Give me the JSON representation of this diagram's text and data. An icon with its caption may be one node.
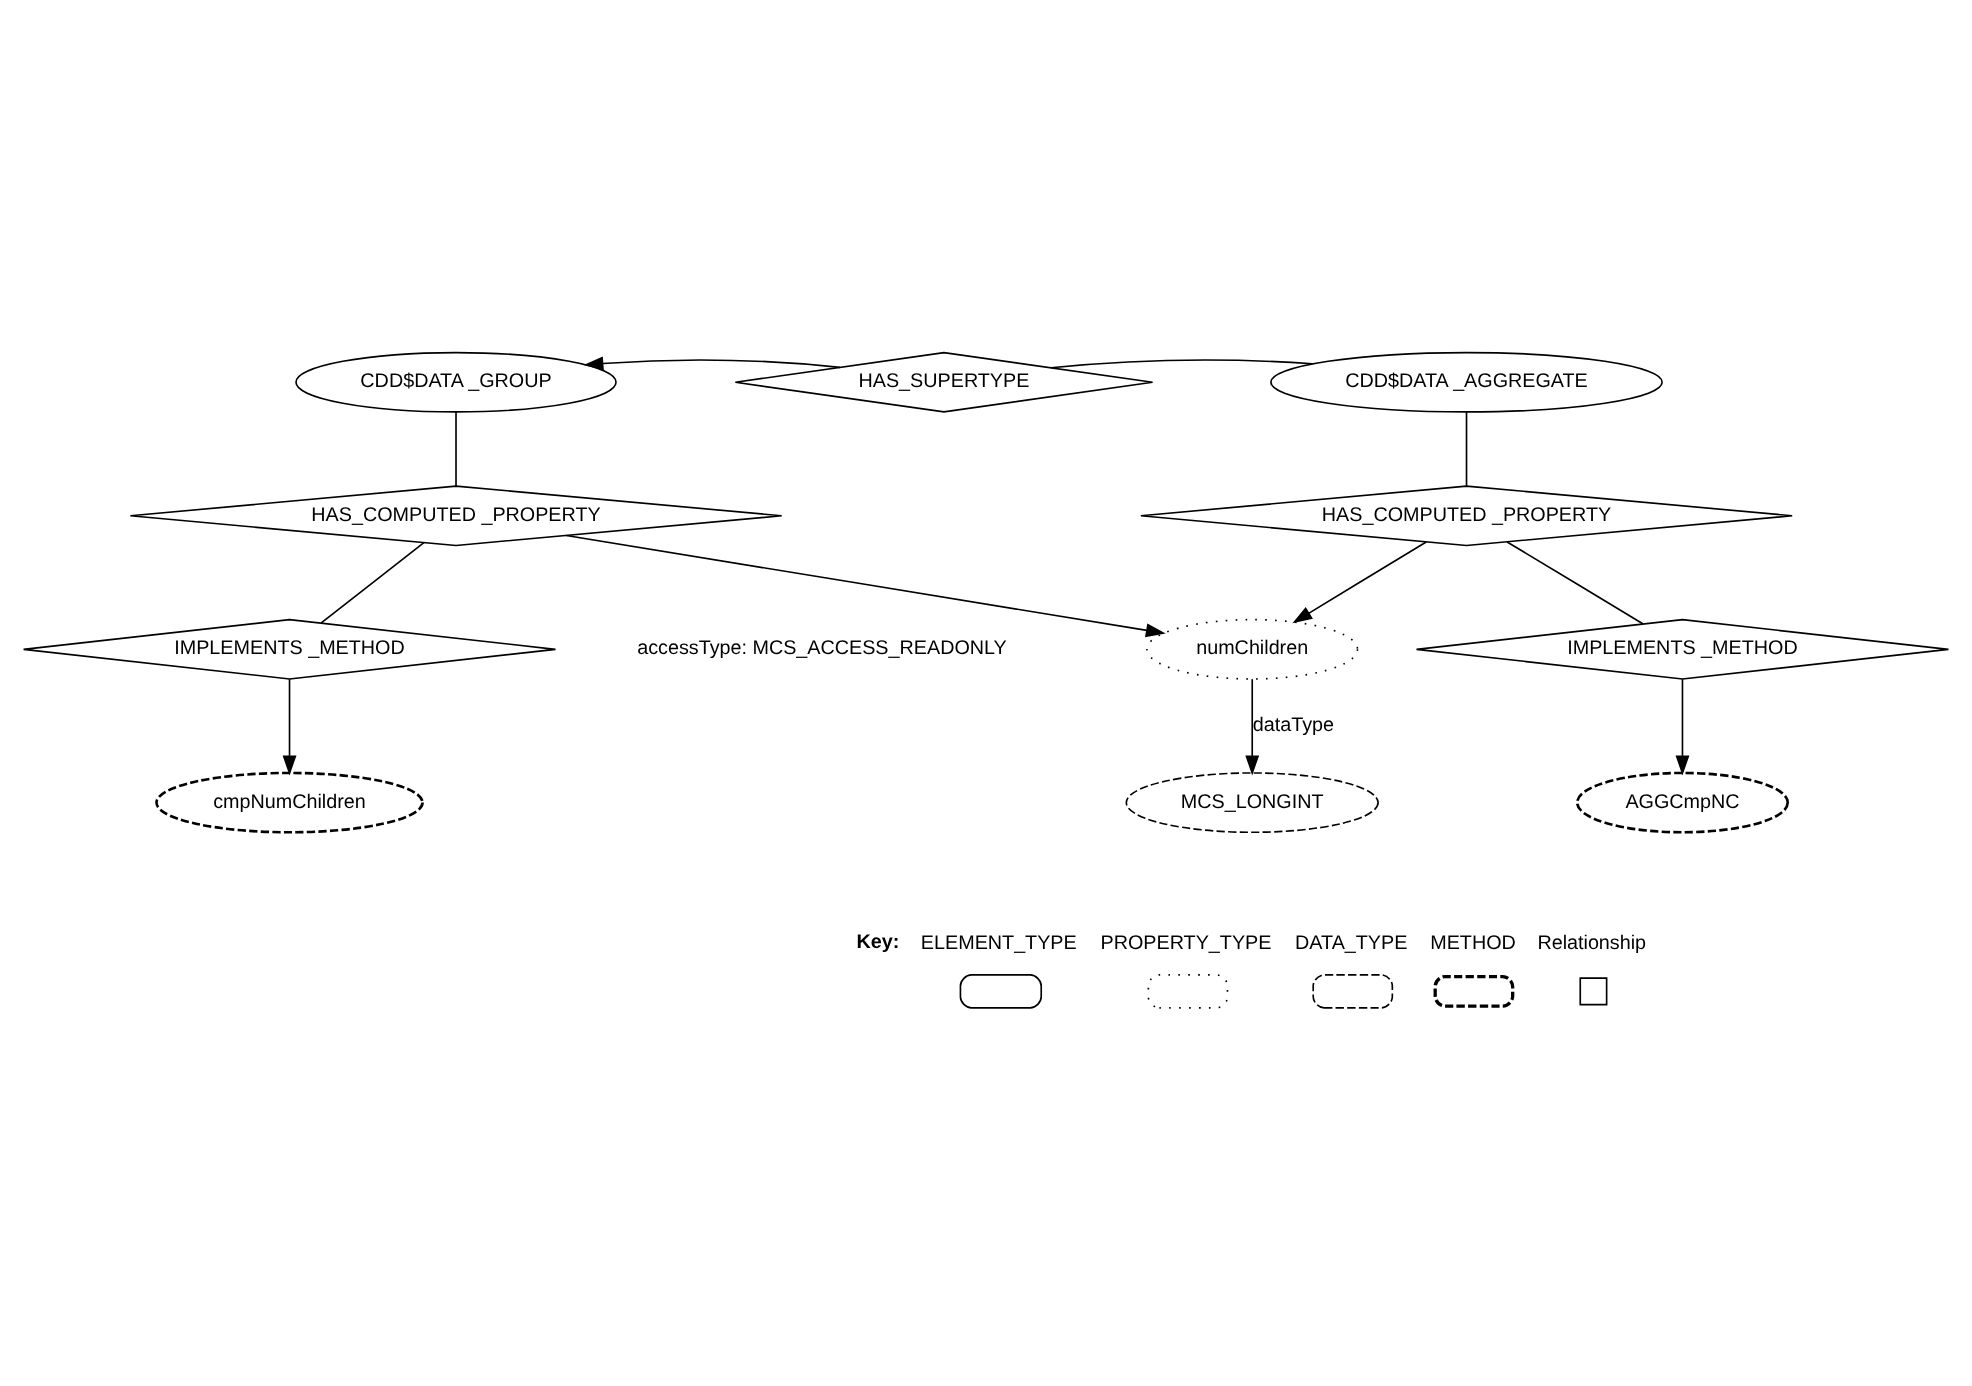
{
  "diagram": {
    "nodes": [
      {
        "text": [
          "CDD$DATA _GROUP"
        ]
      },
      {
        "text": [
          "HAS_SUPERTYPE"
        ]
      },
      {
        "text": [
          "CDD$DATA _AGGREGATE"
        ]
      },
      {
        "text": [
          "HAS_COMPUTED _PROPERTY"
        ]
      },
      {
        "text": [
          "HAS_COMPUTED _PROPERTY"
        ]
      },
      {
        "text": [
          "IMPLEMENTS _METHOD"
        ]
      },
      {
        "text": [
          "numChildren"
        ]
      },
      {
        "text": [
          "IMPLEMENTS _METHOD"
        ]
      },
      {
        "text": [
          "cmpNumChildren"
        ]
      },
      {
        "text": [
          "MCS_LONGINT"
        ]
      },
      {
        "text": [
          "AGGCmpNC"
        ]
      }
    ],
    "edges": [
      {
        "from": 2,
        "to": 1,
        "arrow": "none"
      },
      {
        "from": 1,
        "to": 0,
        "arrow": "to"
      },
      {
        "from": 0,
        "to": 3,
        "arrow": "none"
      },
      {
        "from": 3,
        "to": 6,
        "arrow": "to"
      },
      {
        "from": 3,
        "to": 5,
        "arrow": "none"
      },
      {
        "from": 5,
        "to": 8,
        "arrow": "to"
      },
      {
        "from": 2,
        "to": 4,
        "arrow": "none"
      },
      {
        "from": 4,
        "to": 6,
        "arrow": "to"
      },
      {
        "from": 4,
        "to": 7,
        "arrow": "none"
      },
      {
        "from": 7,
        "to": 10,
        "arrow": "to"
      },
      {
        "from": 6,
        "to": 9,
        "arrow": "to",
        "label": "dataType"
      }
    ],
    "labels": [
      "accessType: MCS_ACCESS_READONLY",
      "Key:"
    ],
    "legend": [
      {
        "text": "ELEMENT_TYPE"
      },
      {
        "text": "PROPERTY_TYPE"
      },
      {
        "text": "DATA_TYPE"
      },
      {
        "text": "METHOD"
      },
      {
        "text": "Relationship"
      }
    ]
  }
}
